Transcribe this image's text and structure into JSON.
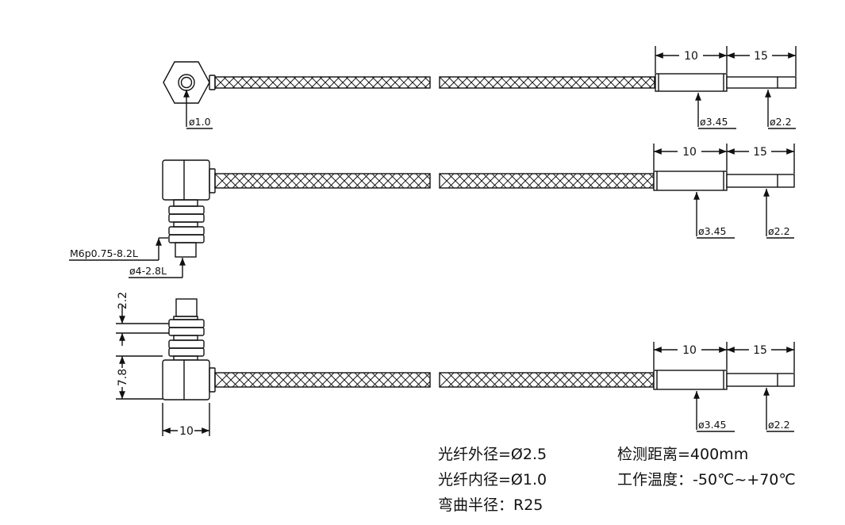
{
  "dims": {
    "r1_len_a": "10",
    "r1_len_b": "15",
    "r1_core_dia": "ø1.0",
    "r1_sleeve_dia": "ø3.45",
    "r1_tip_dia": "ø2.2",
    "r2_len_a": "10",
    "r2_len_b": "15",
    "r2_thread": "M6p0.75-8.2L",
    "r2_shaft": "ø4-2.8L",
    "r2_sleeve_dia": "ø3.45",
    "r2_tip_dia": "ø2.2",
    "r3_len_a": "10",
    "r3_len_b": "15",
    "r3_v_top": "2.2",
    "r3_v_mid": "7.8",
    "r3_h_bottom": "10",
    "r3_sleeve_dia": "ø3.45",
    "r3_tip_dia": "ø2.2"
  },
  "specs": {
    "outer_dia": "光纤外径=Ø2.5",
    "inner_dia": "光纤内径=Ø1.0",
    "bend_radius": "弯曲半径：R25",
    "distance": "检测距离=400mm",
    "temperature": "工作温度：-50℃~+70℃"
  }
}
